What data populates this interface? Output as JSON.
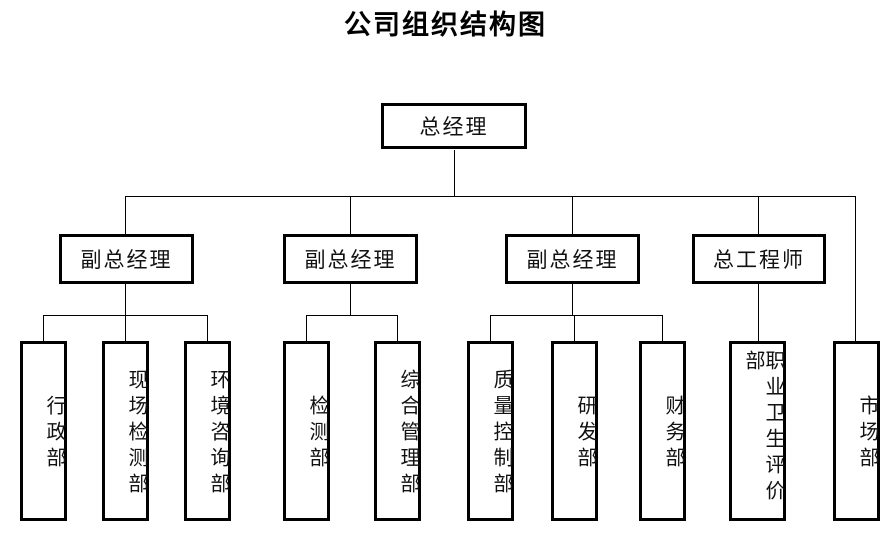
{
  "title": "公司组织结构图",
  "org": {
    "root": {
      "label": "总经理"
    },
    "level2": [
      {
        "label": "副总经理"
      },
      {
        "label": "副总经理"
      },
      {
        "label": "副总经理"
      },
      {
        "label": "总工程师"
      }
    ],
    "departments": [
      {
        "label": "行政部"
      },
      {
        "label": "现场检测部"
      },
      {
        "label": "环境咨询部"
      },
      {
        "label": "检测部"
      },
      {
        "label": "综合管理部"
      },
      {
        "label": "质量控制部"
      },
      {
        "label": "研发部"
      },
      {
        "label": "财务部"
      },
      {
        "label": "职业卫生评价部"
      },
      {
        "label": "市场部"
      }
    ]
  },
  "colors": {
    "border": "#000000",
    "background": "#ffffff",
    "text": "#111111",
    "connector": "#000000"
  }
}
